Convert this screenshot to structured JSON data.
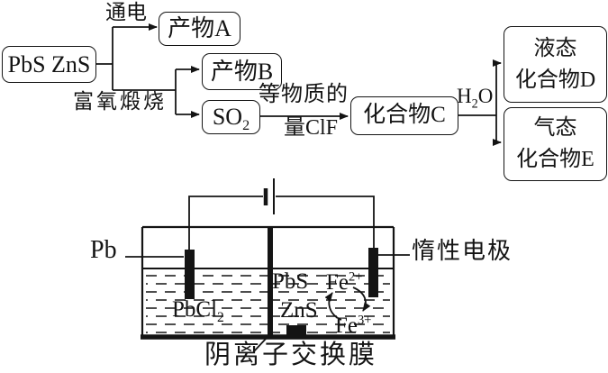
{
  "flowchart": {
    "start_box": "PbS ZnS",
    "label_electrify": "通电",
    "label_calcination": "富氧煅烧",
    "product_a": "产物A",
    "product_b": "产物B",
    "so2": {
      "base": "SO",
      "sub": "2"
    },
    "equimolar_line1": "等物质的",
    "equimolar_line2": "量ClF",
    "compound_c": "化合物C",
    "h2o": {
      "pre": "H",
      "sub": "2",
      "post": "O"
    },
    "compound_d_line1": "液态",
    "compound_d_line2": "化合物D",
    "compound_e_line1": "气态",
    "compound_e_line2": "化合物E"
  },
  "cell": {
    "pb_label": "Pb",
    "inert_electrode_label": "惰性电极",
    "pbcl2": {
      "base": "PbCl",
      "sub": "2"
    },
    "pbs": "PbS",
    "zns": "ZnS",
    "fe2": {
      "base": "Fe",
      "sup": "2+"
    },
    "fe3": {
      "base": "Fe",
      "sup": "3+"
    },
    "membrane_label": "阴离子交换膜"
  },
  "colors": {
    "ink": "#141414",
    "background": "#ffffff"
  }
}
